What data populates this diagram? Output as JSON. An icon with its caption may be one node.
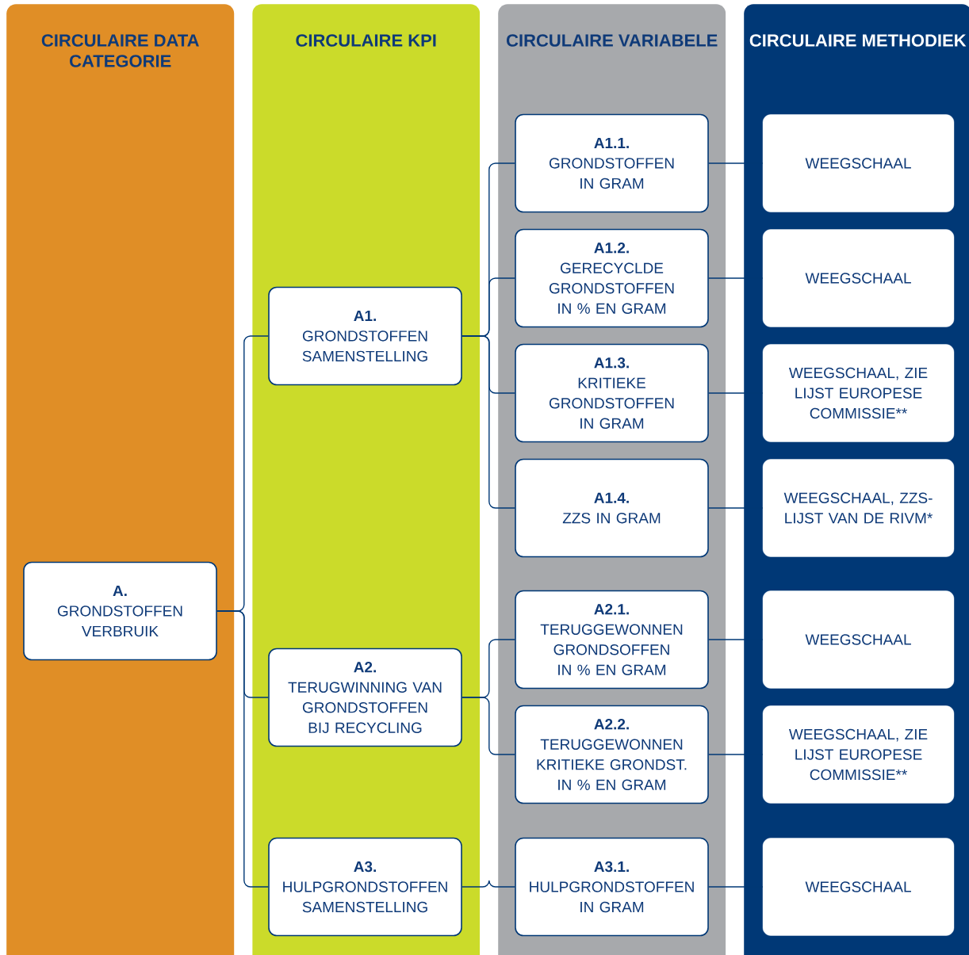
{
  "diagram": {
    "nodes": [
      {
        "text": [
          "CIRCULAIRE DATA CATEGORIE"
        ]
      },
      {
        "text": [
          "CIRCULAIRE KPI"
        ]
      },
      {
        "text": [
          "CIRCULAIRE VARIABELE"
        ]
      },
      {
        "text": [
          "CIRCULAIRE METHODIEK"
        ]
      },
      {
        "text": [
          "A.",
          "GRONDSTOFFEN VERBRUIK"
        ],
        "in": 0
      },
      {
        "text": [
          "A1.",
          "GRONDSTOFFEN SAMENSTELLING"
        ],
        "in": 1
      },
      {
        "text": [
          "A2.",
          "TERUGWINNING VAN GRONDSTOFFEN BIJ RECYCLING"
        ],
        "in": 1
      },
      {
        "text": [
          "A3.",
          "HULPGRONDSTOFFEN SAMENSTELLING"
        ],
        "in": 1
      },
      {
        "text": [
          "A1.1.",
          "GRONDSTOFFEN IN GRAM"
        ],
        "in": 2
      },
      {
        "text": [
          "A1.2.",
          "GERECYCLDE GRONDSTOFFEN IN % EN GRAM"
        ],
        "in": 2
      },
      {
        "text": [
          "A1.3.",
          "KRITIEKE GRONDSTOFFEN IN GRAM"
        ],
        "in": 2
      },
      {
        "text": [
          "A1.4.",
          "ZZS IN GRAM"
        ],
        "in": 2
      },
      {
        "text": [
          "A2.1.",
          "TERUGGEWONNEN GRONDSOFFEN IN % EN GRAM"
        ],
        "in": 2
      },
      {
        "text": [
          "A2.2.",
          "TERUGGEWONNEN KRITIEKE GRONDST. IN % EN GRAM"
        ],
        "in": 2
      },
      {
        "text": [
          "A3.1.",
          "HULPGRONDSTOFFEN IN GRAM"
        ],
        "in": 2
      },
      {
        "text": [
          "WEEGSCHAAL"
        ],
        "in": 3
      },
      {
        "text": [
          "WEEGSCHAAL"
        ],
        "in": 3
      },
      {
        "text": [
          "WEEGSCHAAL, ZIE LIJST EUROPESE COMMISSIE**"
        ],
        "in": 3
      },
      {
        "text": [
          "WEEGSCHAAL, ZZS-LIJST VAN DE RIVM*"
        ],
        "in": 3
      },
      {
        "text": [
          "WEEGSCHAAL"
        ],
        "in": 3
      },
      {
        "text": [
          "WEEGSCHAAL, ZIE LIJST EUROPESE COMMISSIE**"
        ],
        "in": 3
      },
      {
        "text": [
          "WEEGSCHAAL"
        ],
        "in": 3
      }
    ],
    "edges": [
      {
        "from": 4,
        "to": 5,
        "arrow": "none"
      },
      {
        "from": 4,
        "to": 6,
        "arrow": "none"
      },
      {
        "from": 4,
        "to": 7,
        "arrow": "none"
      },
      {
        "from": 5,
        "to": 8,
        "arrow": "none"
      },
      {
        "from": 5,
        "to": 9,
        "arrow": "none"
      },
      {
        "from": 5,
        "to": 10,
        "arrow": "none"
      },
      {
        "from": 5,
        "to": 11,
        "arrow": "none"
      },
      {
        "from": 6,
        "to": 12,
        "arrow": "none"
      },
      {
        "from": 6,
        "to": 13,
        "arrow": "none"
      },
      {
        "from": 7,
        "to": 14,
        "arrow": "none"
      },
      {
        "from": 8,
        "to": 15,
        "arrow": "none"
      },
      {
        "from": 9,
        "to": 16,
        "arrow": "none"
      },
      {
        "from": 10,
        "to": 17,
        "arrow": "none"
      },
      {
        "from": 11,
        "to": 18,
        "arrow": "none"
      },
      {
        "from": 12,
        "to": 19,
        "arrow": "none"
      },
      {
        "from": 13,
        "to": 20,
        "arrow": "none"
      },
      {
        "from": 14,
        "to": 21,
        "arrow": "none"
      }
    ]
  }
}
